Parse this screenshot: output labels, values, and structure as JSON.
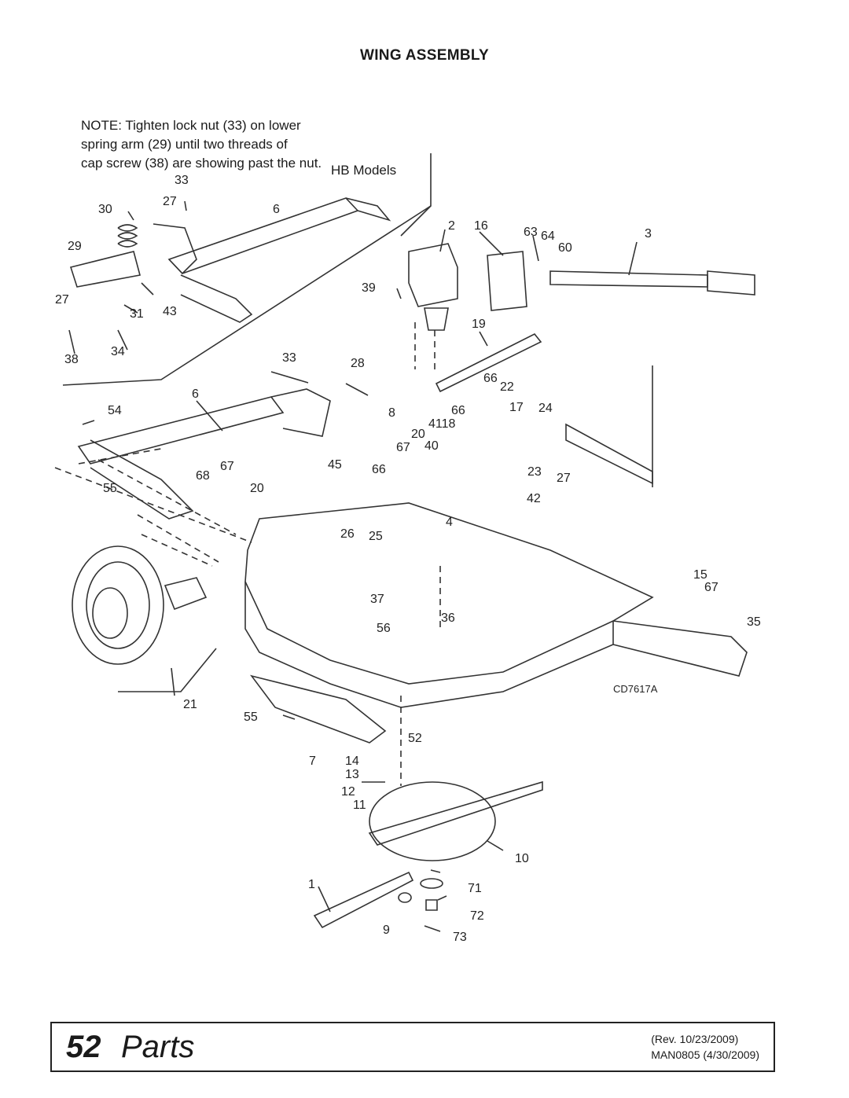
{
  "header": {
    "title": "WING ASSEMBLY"
  },
  "note": {
    "lines": [
      "NOTE: Tighten lock nut (33) on lower",
      "spring arm (29) until two threads of",
      "cap screw (38) are showing past the nut."
    ],
    "model_label": "HB Models"
  },
  "diagram": {
    "drawing_code": "CD7617A",
    "callouts": [
      "33",
      "27",
      "30",
      "6",
      "29",
      "27",
      "31",
      "43",
      "38",
      "34",
      "2",
      "16",
      "63",
      "64",
      "60",
      "3",
      "39",
      "19",
      "33",
      "28",
      "6",
      "54",
      "66",
      "22",
      "8",
      "66",
      "17",
      "24",
      "4118",
      "20",
      "40",
      "67",
      "45",
      "66",
      "68",
      "67",
      "55",
      "20",
      "23",
      "27",
      "42",
      "26",
      "25",
      "4",
      "37",
      "36",
      "56",
      "15",
      "67",
      "35",
      "21",
      "55",
      "52",
      "7",
      "14",
      "13",
      "12",
      "11",
      "10",
      "1",
      "71",
      "72",
      "9",
      "73"
    ]
  },
  "footer": {
    "page_number": "52",
    "section": "Parts",
    "revision": "(Rev. 10/23/2009)",
    "manual": "MAN0805 (4/30/2009)"
  }
}
